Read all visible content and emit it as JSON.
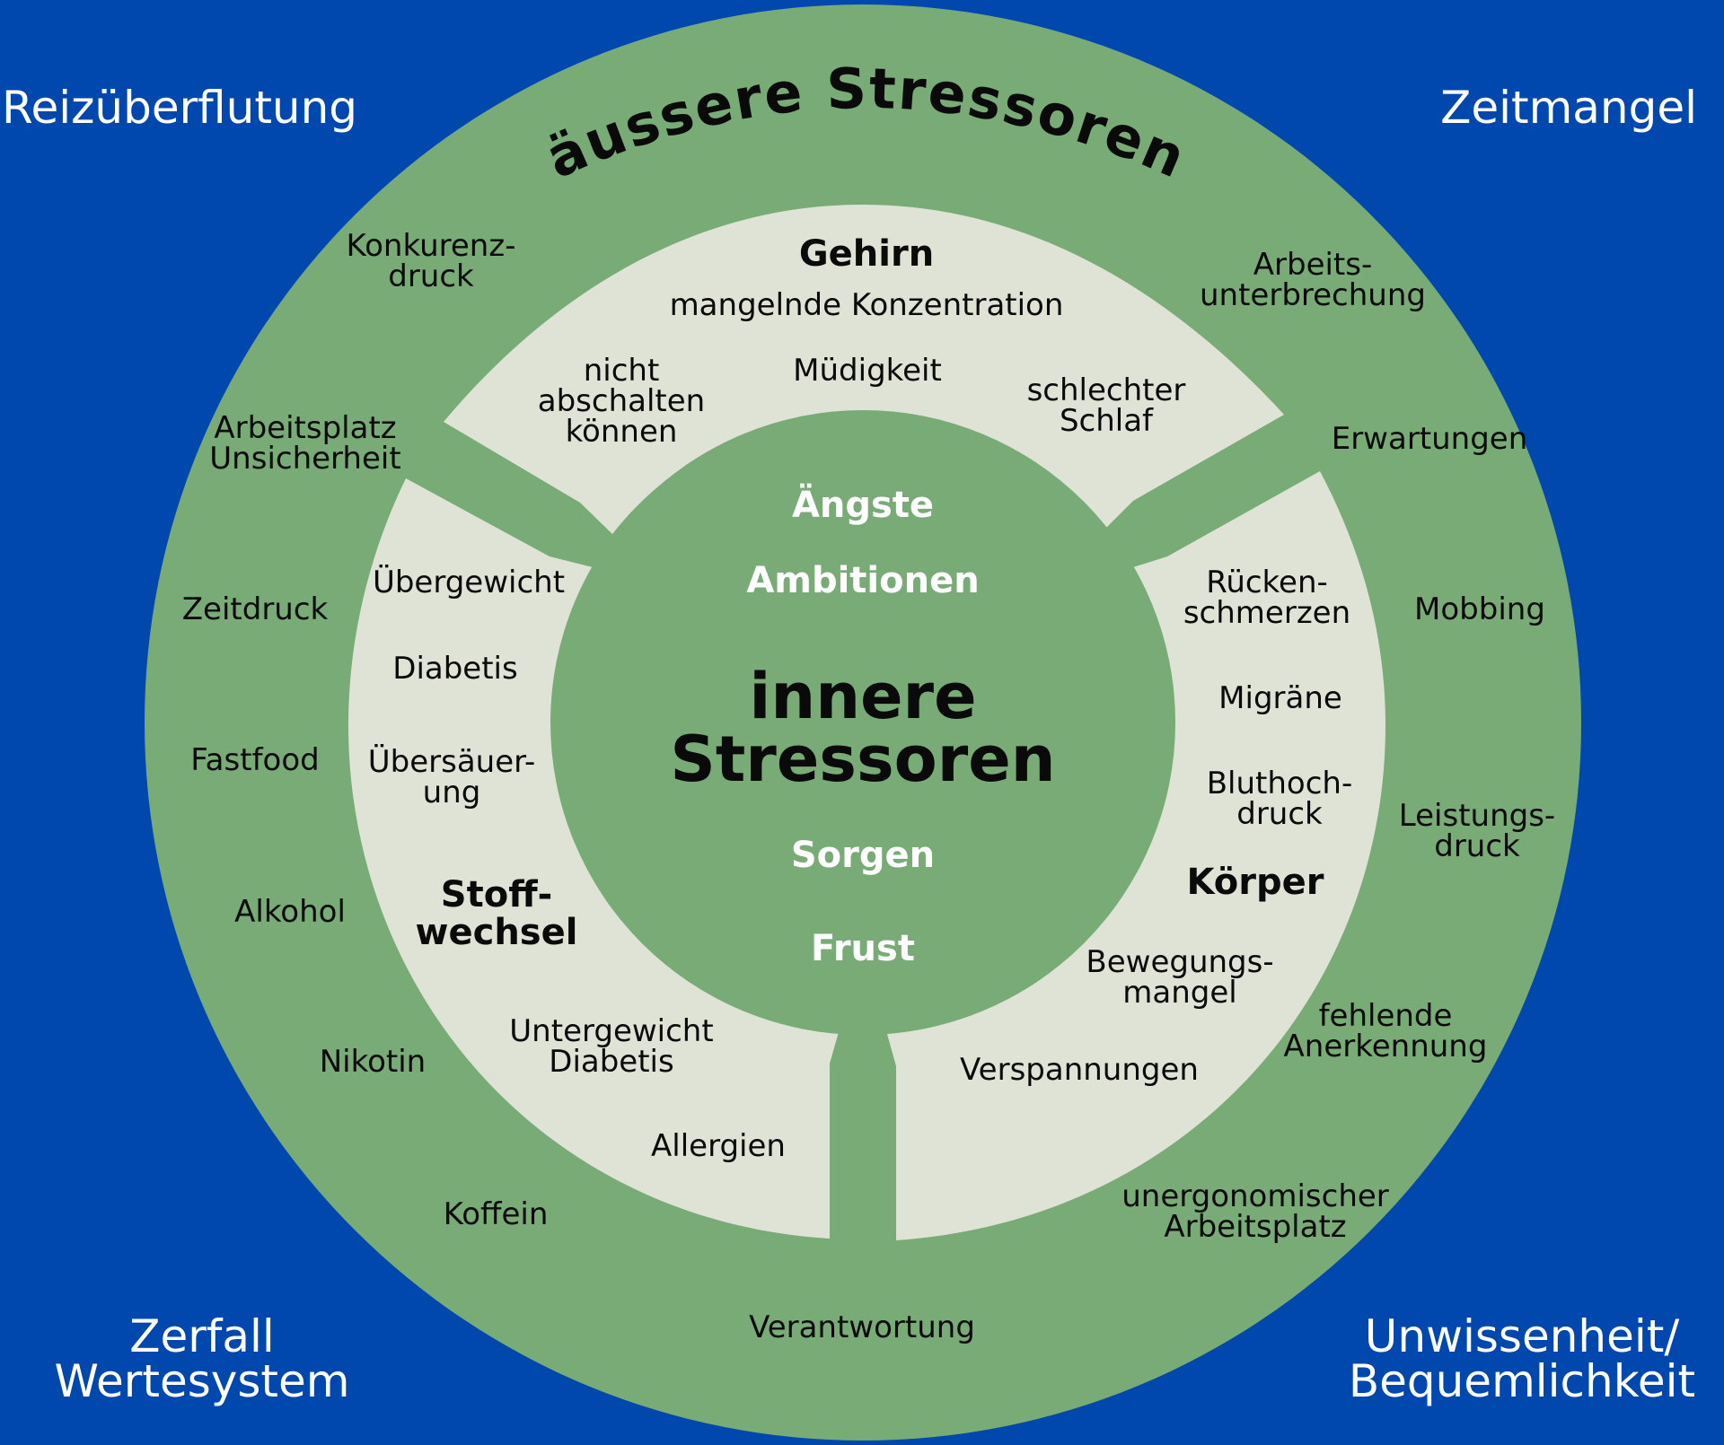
{
  "colors": {
    "background": "#0048ad",
    "outer_ring": "#78ab76",
    "segment": "#dfe3d6",
    "center": "#78ab76",
    "dark_text": "#0a0a0a",
    "light_text": "#ffffff"
  },
  "corners": {
    "top_left": [
      "Reizüberflutung"
    ],
    "top_right": [
      "Zeitmangel"
    ],
    "bottom_left": [
      "Zerfall",
      "Wertesystem"
    ],
    "bottom_right": [
      "Unwissenheit/",
      "Bequemlichkeit"
    ]
  },
  "outer_title": "äussere  Stressoren",
  "outer_items": [
    {
      "id": "konkurenzdruck",
      "lines": [
        "Konkurenz-",
        "druck"
      ]
    },
    {
      "id": "arbeitsplatz-unsicherheit",
      "lines": [
        "Arbeitsplatz",
        "Unsicherheit"
      ]
    },
    {
      "id": "zeitdruck",
      "lines": [
        "Zeitdruck"
      ]
    },
    {
      "id": "fastfood",
      "lines": [
        "Fastfood"
      ]
    },
    {
      "id": "alkohol",
      "lines": [
        "Alkohol"
      ]
    },
    {
      "id": "nikotin",
      "lines": [
        "Nikotin"
      ]
    },
    {
      "id": "koffein",
      "lines": [
        "Koffein"
      ]
    },
    {
      "id": "verantwortung",
      "lines": [
        "Verantwortung"
      ]
    },
    {
      "id": "unergonomischer-arbeitsplatz",
      "lines": [
        "unergonomischer",
        "Arbeitsplatz"
      ]
    },
    {
      "id": "fehlende-anerkennung",
      "lines": [
        "fehlende",
        "Anerkennung"
      ]
    },
    {
      "id": "leistungsdruck",
      "lines": [
        "Leistungs-",
        "druck"
      ]
    },
    {
      "id": "mobbing",
      "lines": [
        "Mobbing"
      ]
    },
    {
      "id": "erwartungen",
      "lines": [
        "Erwartungen"
      ]
    },
    {
      "id": "arbeitsunterbrechung",
      "lines": [
        "Arbeits-",
        "unterbrechung"
      ]
    }
  ],
  "segments": {
    "gehirn": {
      "title": [
        "Gehirn"
      ],
      "items": [
        {
          "id": "mangelnde-konzentration",
          "lines": [
            "mangelnde Konzentration"
          ]
        },
        {
          "id": "nicht-abschalten",
          "lines": [
            "nicht",
            "abschalten",
            "können"
          ]
        },
        {
          "id": "muedigkeit",
          "lines": [
            "Müdigkeit"
          ]
        },
        {
          "id": "schlechter-schlaf",
          "lines": [
            "schlechter",
            "Schlaf"
          ]
        }
      ]
    },
    "stoffwechsel": {
      "title": [
        "Stoff-",
        "wechsel"
      ],
      "items": [
        {
          "id": "uebergewicht",
          "lines": [
            "Übergewicht"
          ]
        },
        {
          "id": "diabetis",
          "lines": [
            "Diabetis"
          ]
        },
        {
          "id": "uebersaeuerung",
          "lines": [
            "Übersäuer-",
            "ung"
          ]
        },
        {
          "id": "untergewicht-diabetis",
          "lines": [
            "Untergewicht",
            "Diabetis"
          ]
        },
        {
          "id": "allergien",
          "lines": [
            "Allergien"
          ]
        }
      ]
    },
    "koerper": {
      "title": [
        "Körper"
      ],
      "items": [
        {
          "id": "rueckenschmerzen",
          "lines": [
            "Rücken-",
            "schmerzen"
          ]
        },
        {
          "id": "migraene",
          "lines": [
            "Migräne"
          ]
        },
        {
          "id": "bluthochdruck",
          "lines": [
            "Bluthoch-",
            "druck"
          ]
        },
        {
          "id": "bewegungsmangel",
          "lines": [
            "Bewegungs-",
            "mangel"
          ]
        },
        {
          "id": "verspannungen",
          "lines": [
            "Verspannungen"
          ]
        }
      ]
    }
  },
  "center": {
    "title": [
      "innere",
      "Stressoren"
    ],
    "items": [
      "Ängste",
      "Ambitionen",
      "Sorgen",
      "Frust"
    ]
  }
}
